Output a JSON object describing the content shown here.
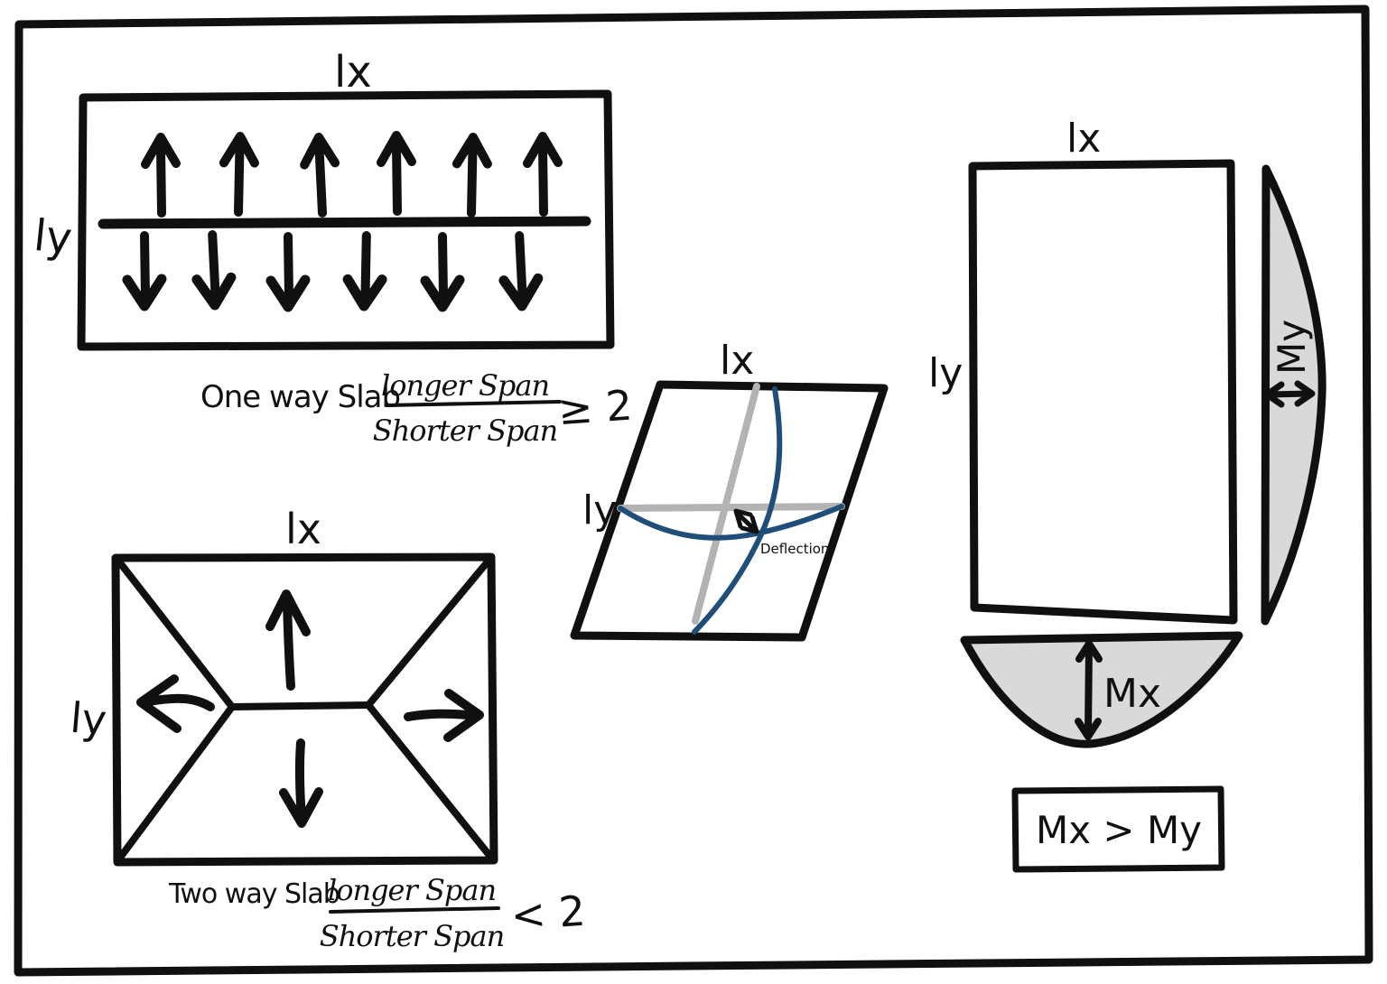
{
  "one_way": {
    "label_lx": "lx",
    "label_ly": "ly",
    "caption": "One way Slab",
    "ratio": {
      "numerator": "longer Span",
      "denominator": "Shorter Span",
      "relation": "≥ 2"
    }
  },
  "two_way": {
    "label_lx": "lx",
    "label_ly": "ly",
    "caption": "Two way Slab",
    "ratio": {
      "numerator": "longer Span",
      "denominator": "Shorter Span",
      "relation": "< 2"
    }
  },
  "deflection_panel": {
    "label_lx": "lx",
    "label_ly": "ly",
    "annotation": "Deflection"
  },
  "moment_panel": {
    "label_lx": "lx",
    "label_ly": "ly",
    "moment_y_label": "My",
    "moment_x_label": "Mx",
    "conclusion": "Mx > My"
  },
  "colors": {
    "ink": "#101010",
    "gray_line": "#b3b3b3",
    "moment_fill": "#d9d9d9",
    "deflection_curve": "#1f4e79"
  }
}
